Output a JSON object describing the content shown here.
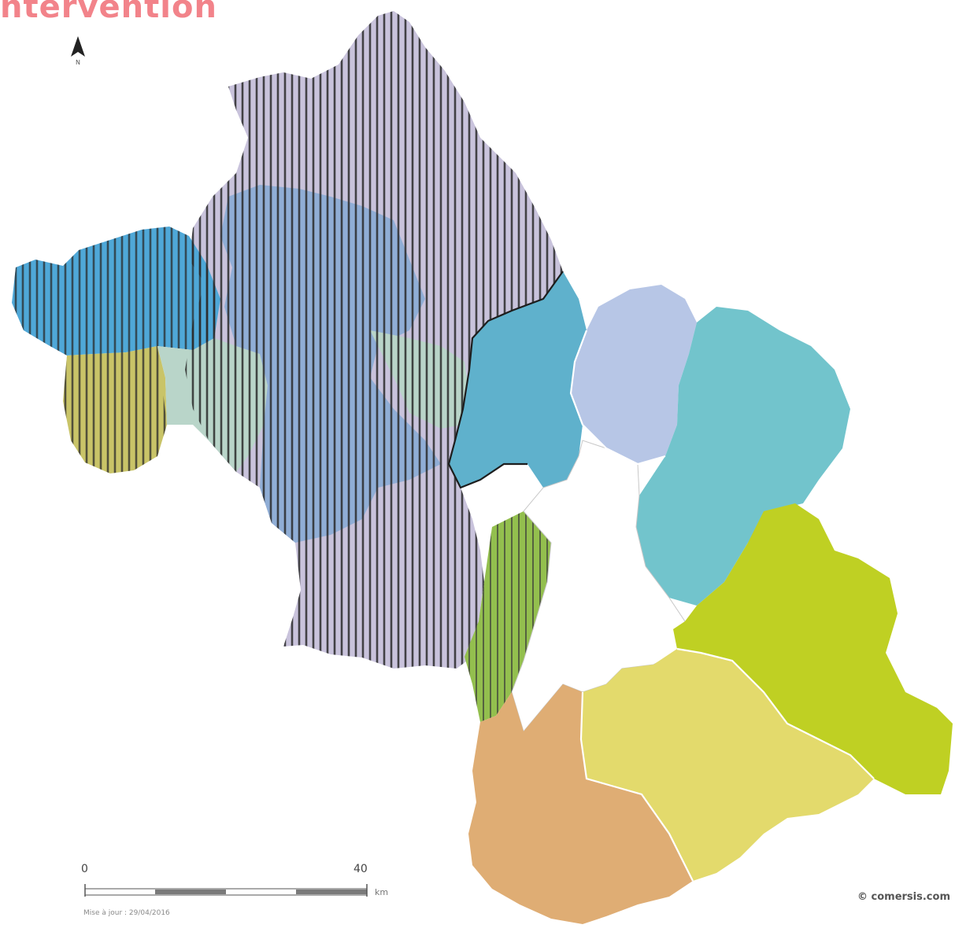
{
  "title": "ntervention",
  "colors": {
    "title": "#f2838a",
    "hatch": "#2a2a2a",
    "purple_zone": "#c9c3dc",
    "sky_blue_zone": "#4fa8d8",
    "olive_zone": "#c9c468",
    "mint_zone": "#b9d5c9",
    "steel_blue_zone": "#90aed6",
    "green_strip_zone": "#93bf4e",
    "teal_blue_zone": "#5fb1cc",
    "lavender_zone": "#b7c6e6",
    "aqua_zone": "#72c4cc",
    "white_zone": "#ffffff",
    "lime_zone": "#bfd023",
    "yellow_zone": "#e3da6c",
    "tan_zone": "#dfad74"
  },
  "icons": {
    "north_arrow": "north-arrow-icon"
  },
  "scale": {
    "start": "0",
    "end": "40",
    "unit": "km"
  },
  "update_text": "Mise à jour : 29/04/2016",
  "copyright": "© comersis.com"
}
